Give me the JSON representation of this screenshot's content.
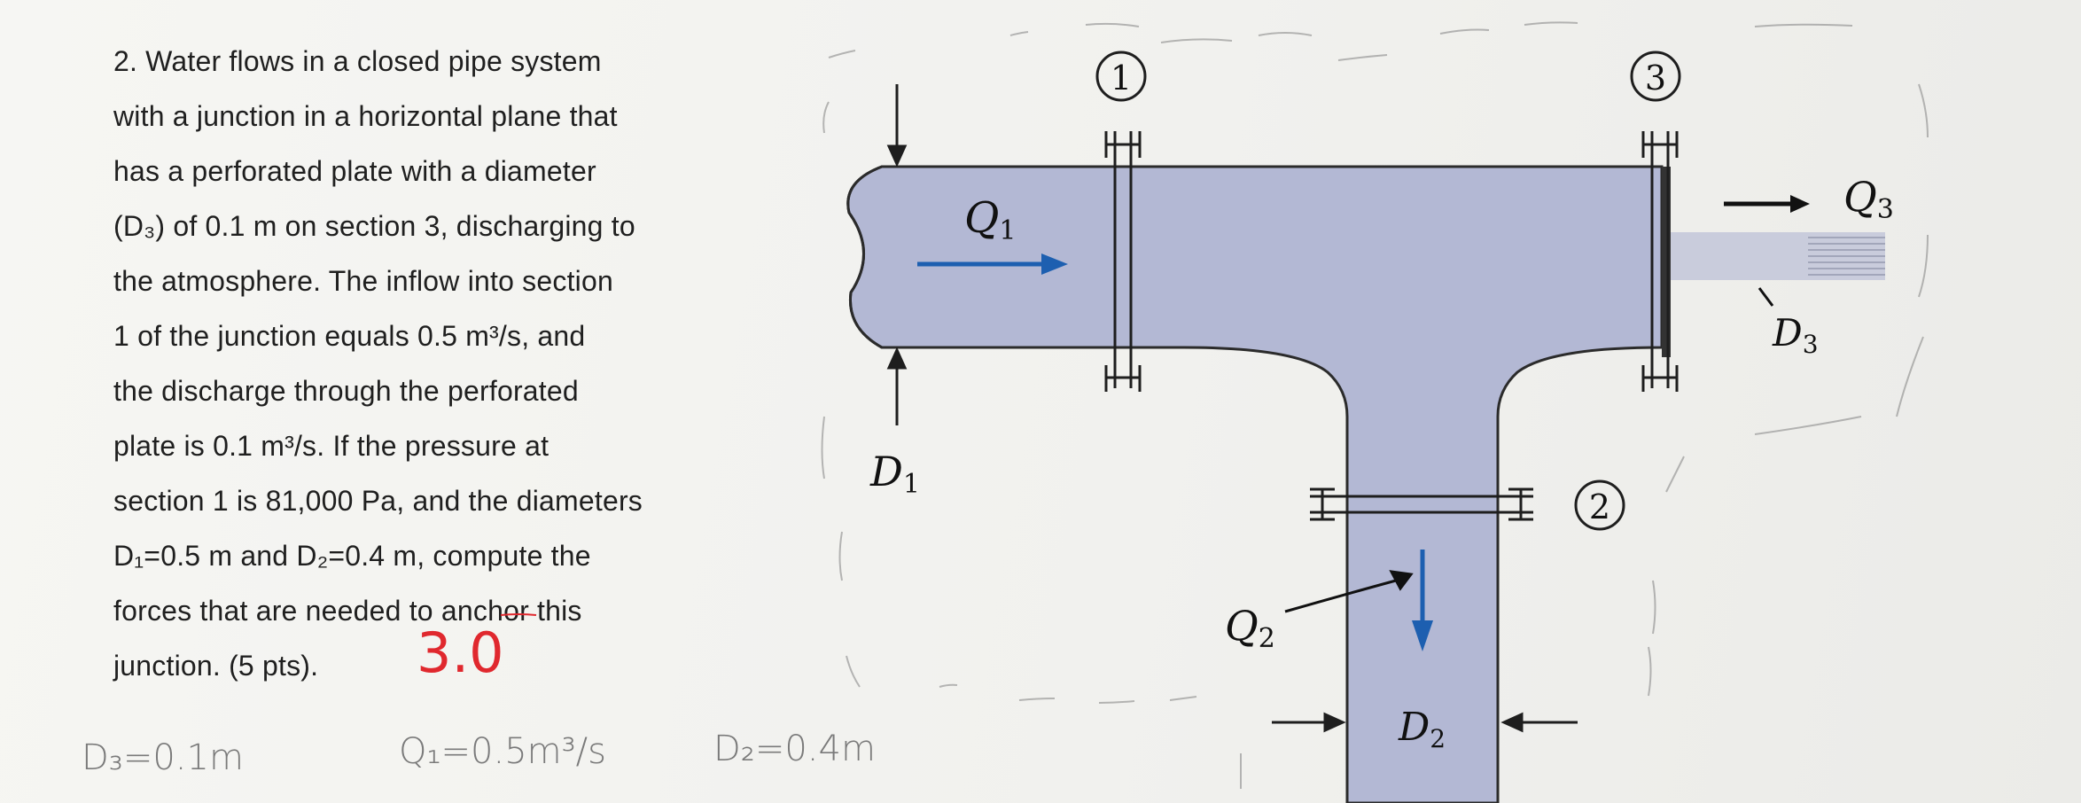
{
  "problem": {
    "lines": [
      "2. Water flows in a closed pipe system",
      "with a junction in a horizontal plane that",
      "has a perforated plate with a diameter",
      "(D₃) of 0.1 m on section 3, discharging to",
      "the atmosphere. The inflow into section",
      "1 of the junction equals 0.5 m³/s, and",
      "the discharge through the perforated",
      "plate is 0.1 m³/s. If the pressure at",
      "section 1 is 81,000 Pa, and the diameters",
      "D₁=0.5 m and D₂=0.4 m, compute the",
      "forces that are needed to anchor this",
      "junction. (5 pts)."
    ]
  },
  "score": "3.0",
  "handwritten": {
    "d3": "D₃=0.1m",
    "q1": "Q₁=0.5m³/s",
    "d2": "D₂=0.4m"
  },
  "diagram": {
    "section1": "1",
    "section2": "2",
    "section3": "3",
    "q1_label": "Q",
    "q1_sub": "1",
    "q2_label": "Q",
    "q2_sub": "2",
    "q3_label": "Q",
    "q3_sub": "3",
    "d1_label": "D",
    "d1_sub": "1",
    "d2_label": "D",
    "d2_sub": "2",
    "d3_label": "D",
    "d3_sub": "3",
    "pipe_color": "#b3b8d4",
    "arrow_color": "#1d5fb0"
  }
}
